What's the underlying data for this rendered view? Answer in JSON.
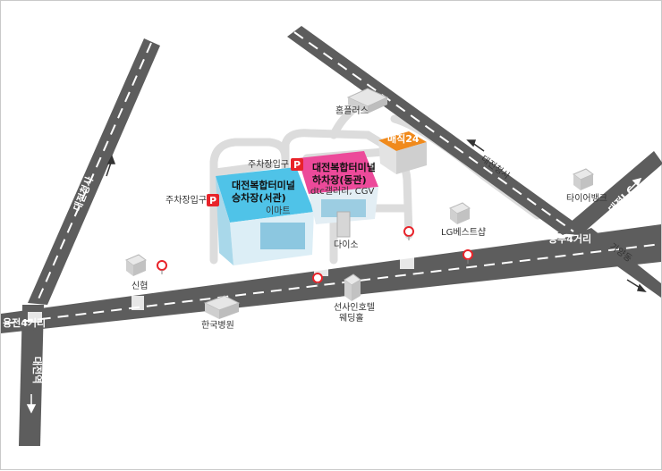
{
  "colors": {
    "road": "#5d5d5d",
    "lane_dash": "#ffffff",
    "west_terminal": "#4fc3e8",
    "east_terminal": "#ec4a9a",
    "maeji": "#f08a1c",
    "parking": "#e8232a",
    "side_street": "#dcdcdc"
  },
  "icons": {
    "parking": "parking-sign-icon",
    "traffic_light": "traffic-signal-icon",
    "building": "building-icon"
  },
  "roads": {
    "daejeon_station_left": "대전청사",
    "daejeon_station_right": "대전청사",
    "yongjeon_intersection": "용전4거리",
    "dongbu_intersection": "동부4거리",
    "daejeon_ic": "대전I.C",
    "gayang_dong": "가양동",
    "daejeon_station_down": "대전역"
  },
  "buildings": {
    "homeplus": "홈플러스",
    "maeji24": "매직24",
    "west_terminal_title_1": "대전복합터미널",
    "west_terminal_title_2": "승차장(서관)",
    "emart": "이마트",
    "east_terminal_title_1": "대전복합터미널",
    "east_terminal_title_2": "하차장(동관)",
    "dtc_gallery": "dtc갤러리, CGV",
    "daiso": "다이소",
    "lg_bestshop": "LG베스트샵",
    "tire_bank": "타이어뱅크",
    "shinhyup": "신협",
    "hankook_hospital": "한국병원",
    "sunsa_wedding_1": "선사인호텔",
    "sunsa_wedding_2": "웨딩홀"
  },
  "parking": {
    "symbol": "P",
    "entrance_west": "주차장입구",
    "entrance_north": "주차장입구"
  }
}
